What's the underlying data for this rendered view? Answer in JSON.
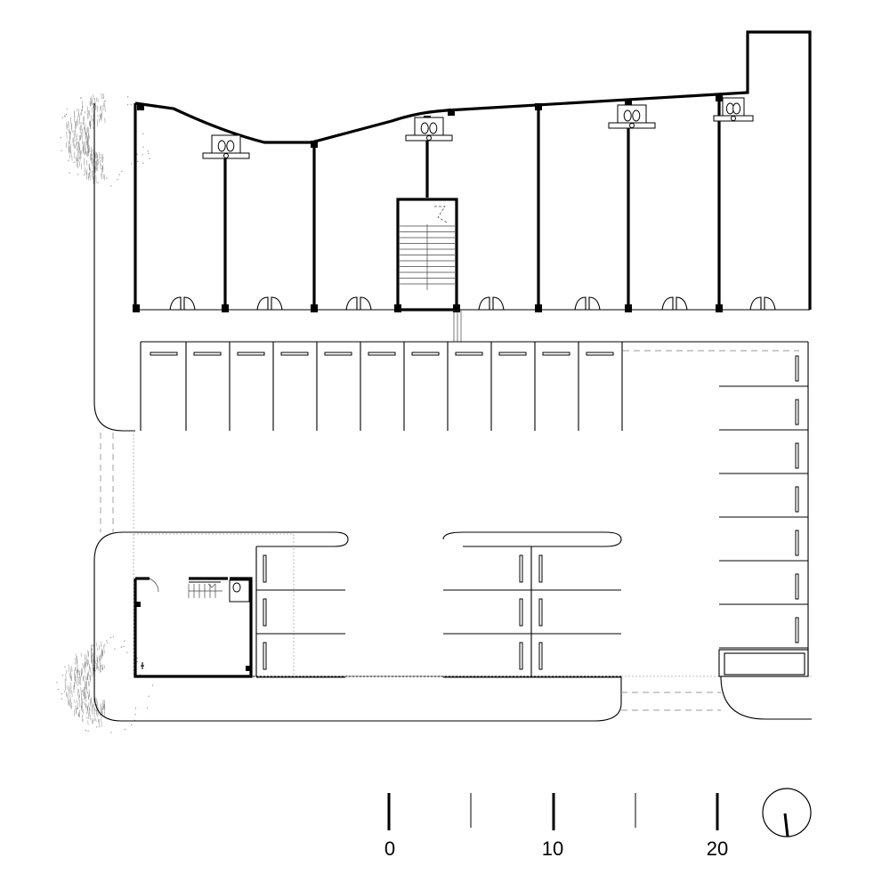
{
  "scale_bar": {
    "labels": [
      "0",
      "10",
      "20"
    ]
  },
  "north_arrow": {
    "icon": "north-arrow-icon"
  },
  "colors": {
    "line": "#000000",
    "dashed": "#999999",
    "background": "#ffffff"
  }
}
